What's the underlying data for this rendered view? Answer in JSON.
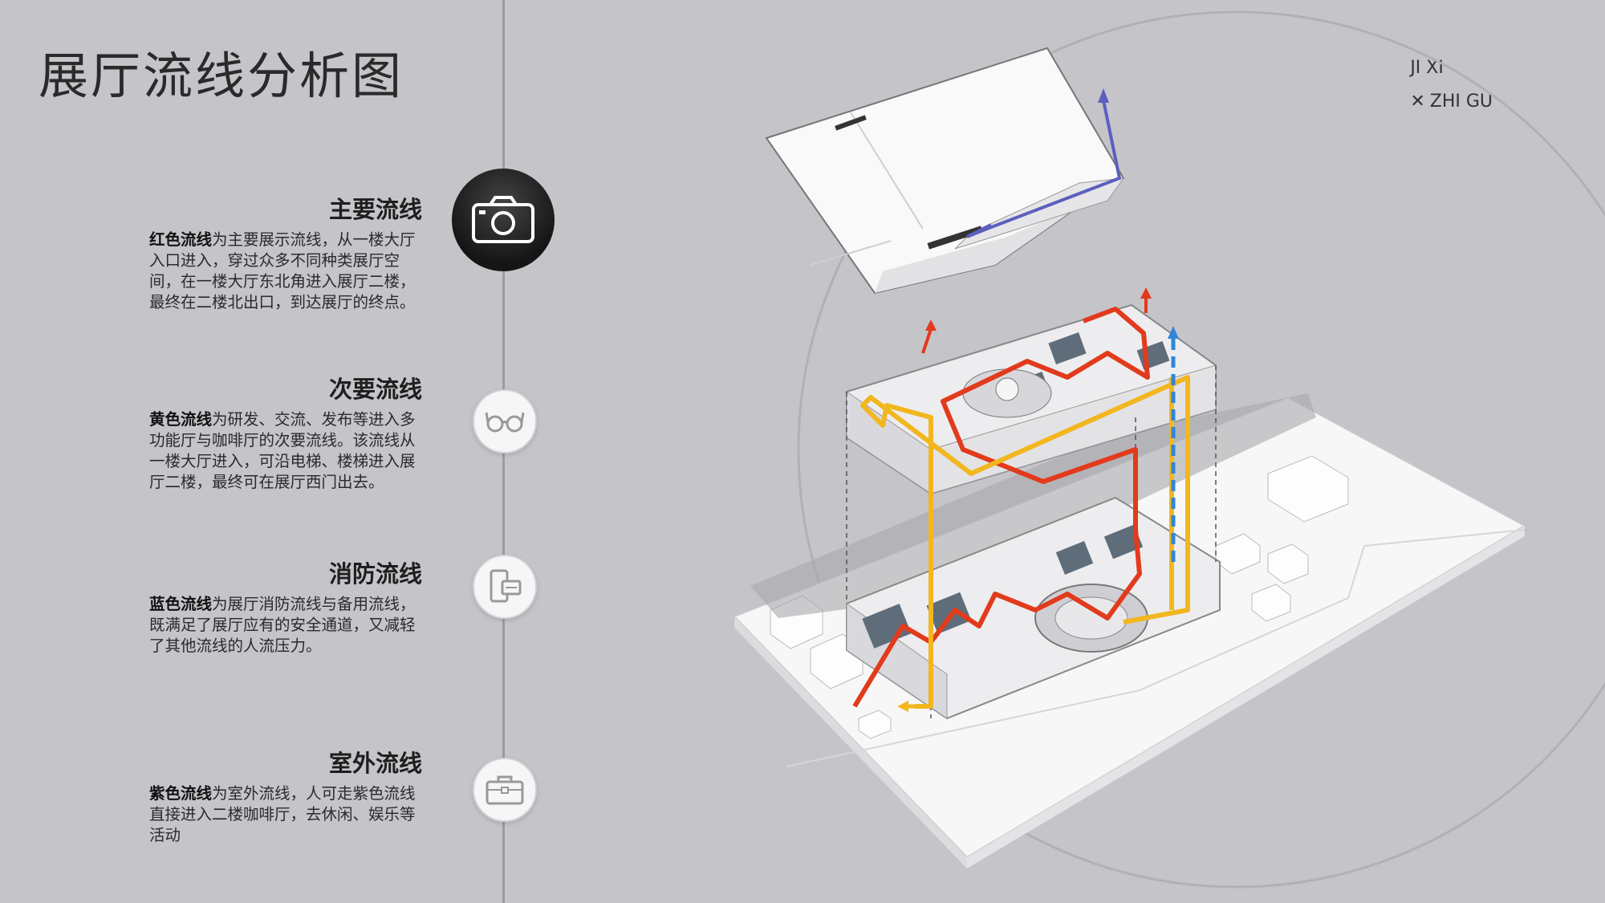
{
  "title": "展厅流线分析图",
  "brand": {
    "line1": "JI XI",
    "mark": "✕",
    "line2": "ZHI GU"
  },
  "sections": [
    {
      "heading": "主要流线",
      "lead": "红色流线",
      "text": "为主要展示流线，从一楼大厅入口进入，穿过众多不同种类展厅空间，在一楼大厅东北角进入展厅二楼，最终在二楼北出口，到达展厅的终点。",
      "icon": "camera-icon"
    },
    {
      "heading": "次要流线",
      "lead": "黄色流线",
      "text": "为研发、交流、发布等进入多功能厅与咖啡厅的次要流线。该流线从一楼大厅进入，可沿电梯、楼梯进入展厅二楼，最终可在展厅西门出去。",
      "icon": "glasses-icon"
    },
    {
      "heading": "消防流线",
      "lead": "蓝色流线",
      "text": "为展厅消防流线与备用流线，既满足了展厅应有的安全通道，又减轻了其他流线的人流压力。",
      "icon": "devices-icon"
    },
    {
      "heading": "室外流线",
      "lead": "紫色流线",
      "text": "为室外流线，人可走紫色流线直接进入二楼咖啡厅，去休闲、娱乐等活动",
      "icon": "briefcase-icon"
    }
  ],
  "colors": {
    "background": "#c4c4c9",
    "red": "#e23a1c",
    "yellow": "#f2b71f",
    "blue": "#2f86d6",
    "purple": "#5d5fbe"
  }
}
